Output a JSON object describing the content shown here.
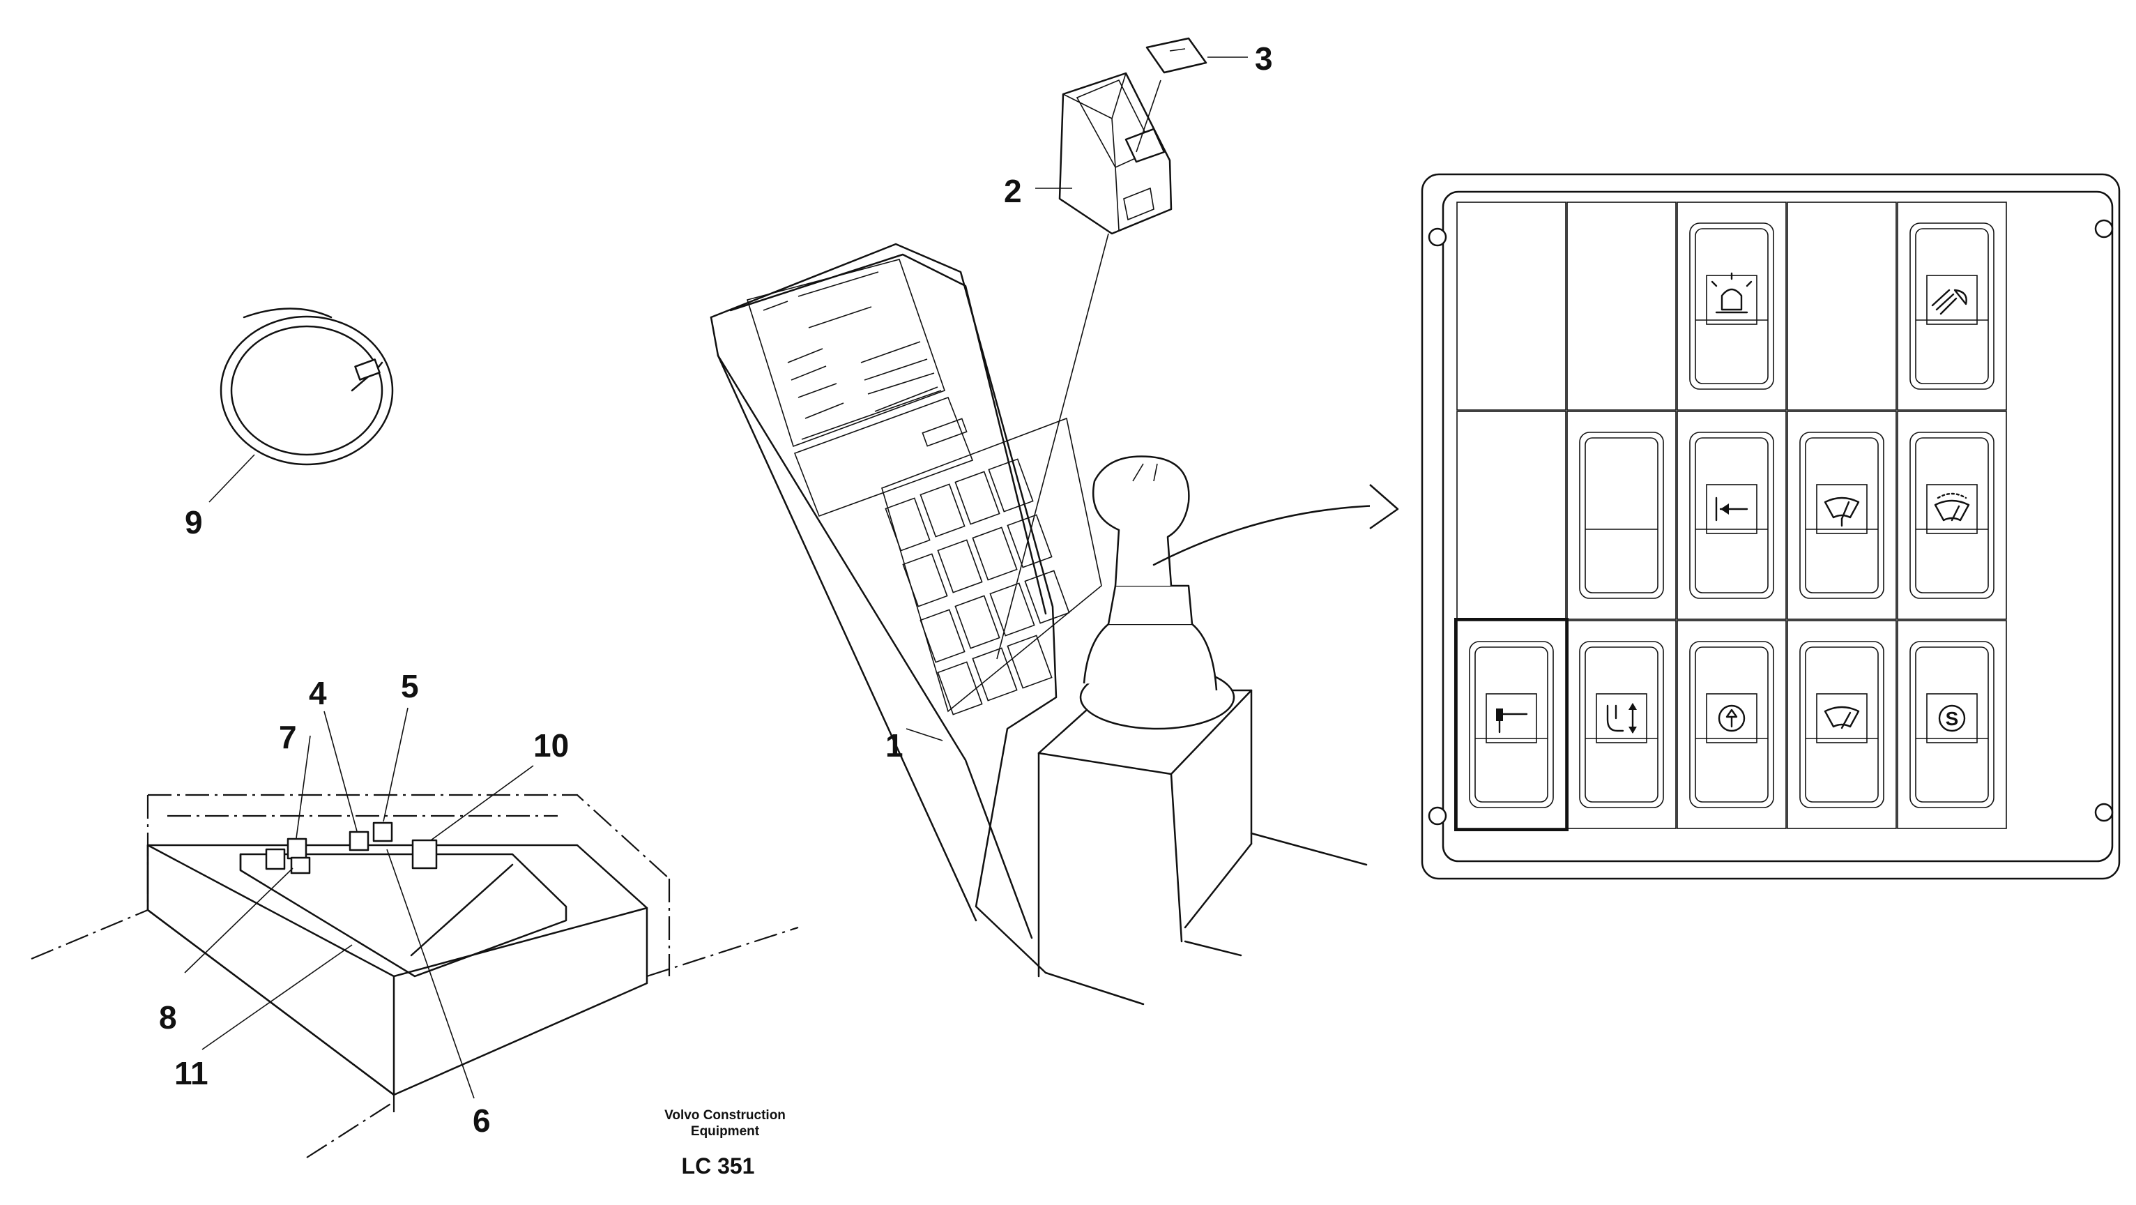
{
  "callouts": {
    "c1": "1",
    "c2": "2",
    "c3": "3",
    "c4": "4",
    "c5": "5",
    "c6": "6",
    "c7": "7",
    "c8": "8",
    "c9": "9",
    "c10": "10",
    "c11": "11"
  },
  "footer": {
    "company_line1": "Volvo Construction",
    "company_line2": "Equipment",
    "drawing_code": "LC 351"
  },
  "switch_panel": {
    "rows": [
      [
        "blank",
        "blank",
        "beacon-light-icon",
        "blank",
        "work-light-icon"
      ],
      [
        "blank",
        "empty-switch",
        "arrow-left-icon",
        "wiper-icon",
        "washer-wiper-icon"
      ],
      [
        "hammer-icon",
        "quick-coupler-icon",
        "pressure-icon",
        "wiper-intermittent-icon",
        "s-mode-icon"
      ]
    ]
  }
}
